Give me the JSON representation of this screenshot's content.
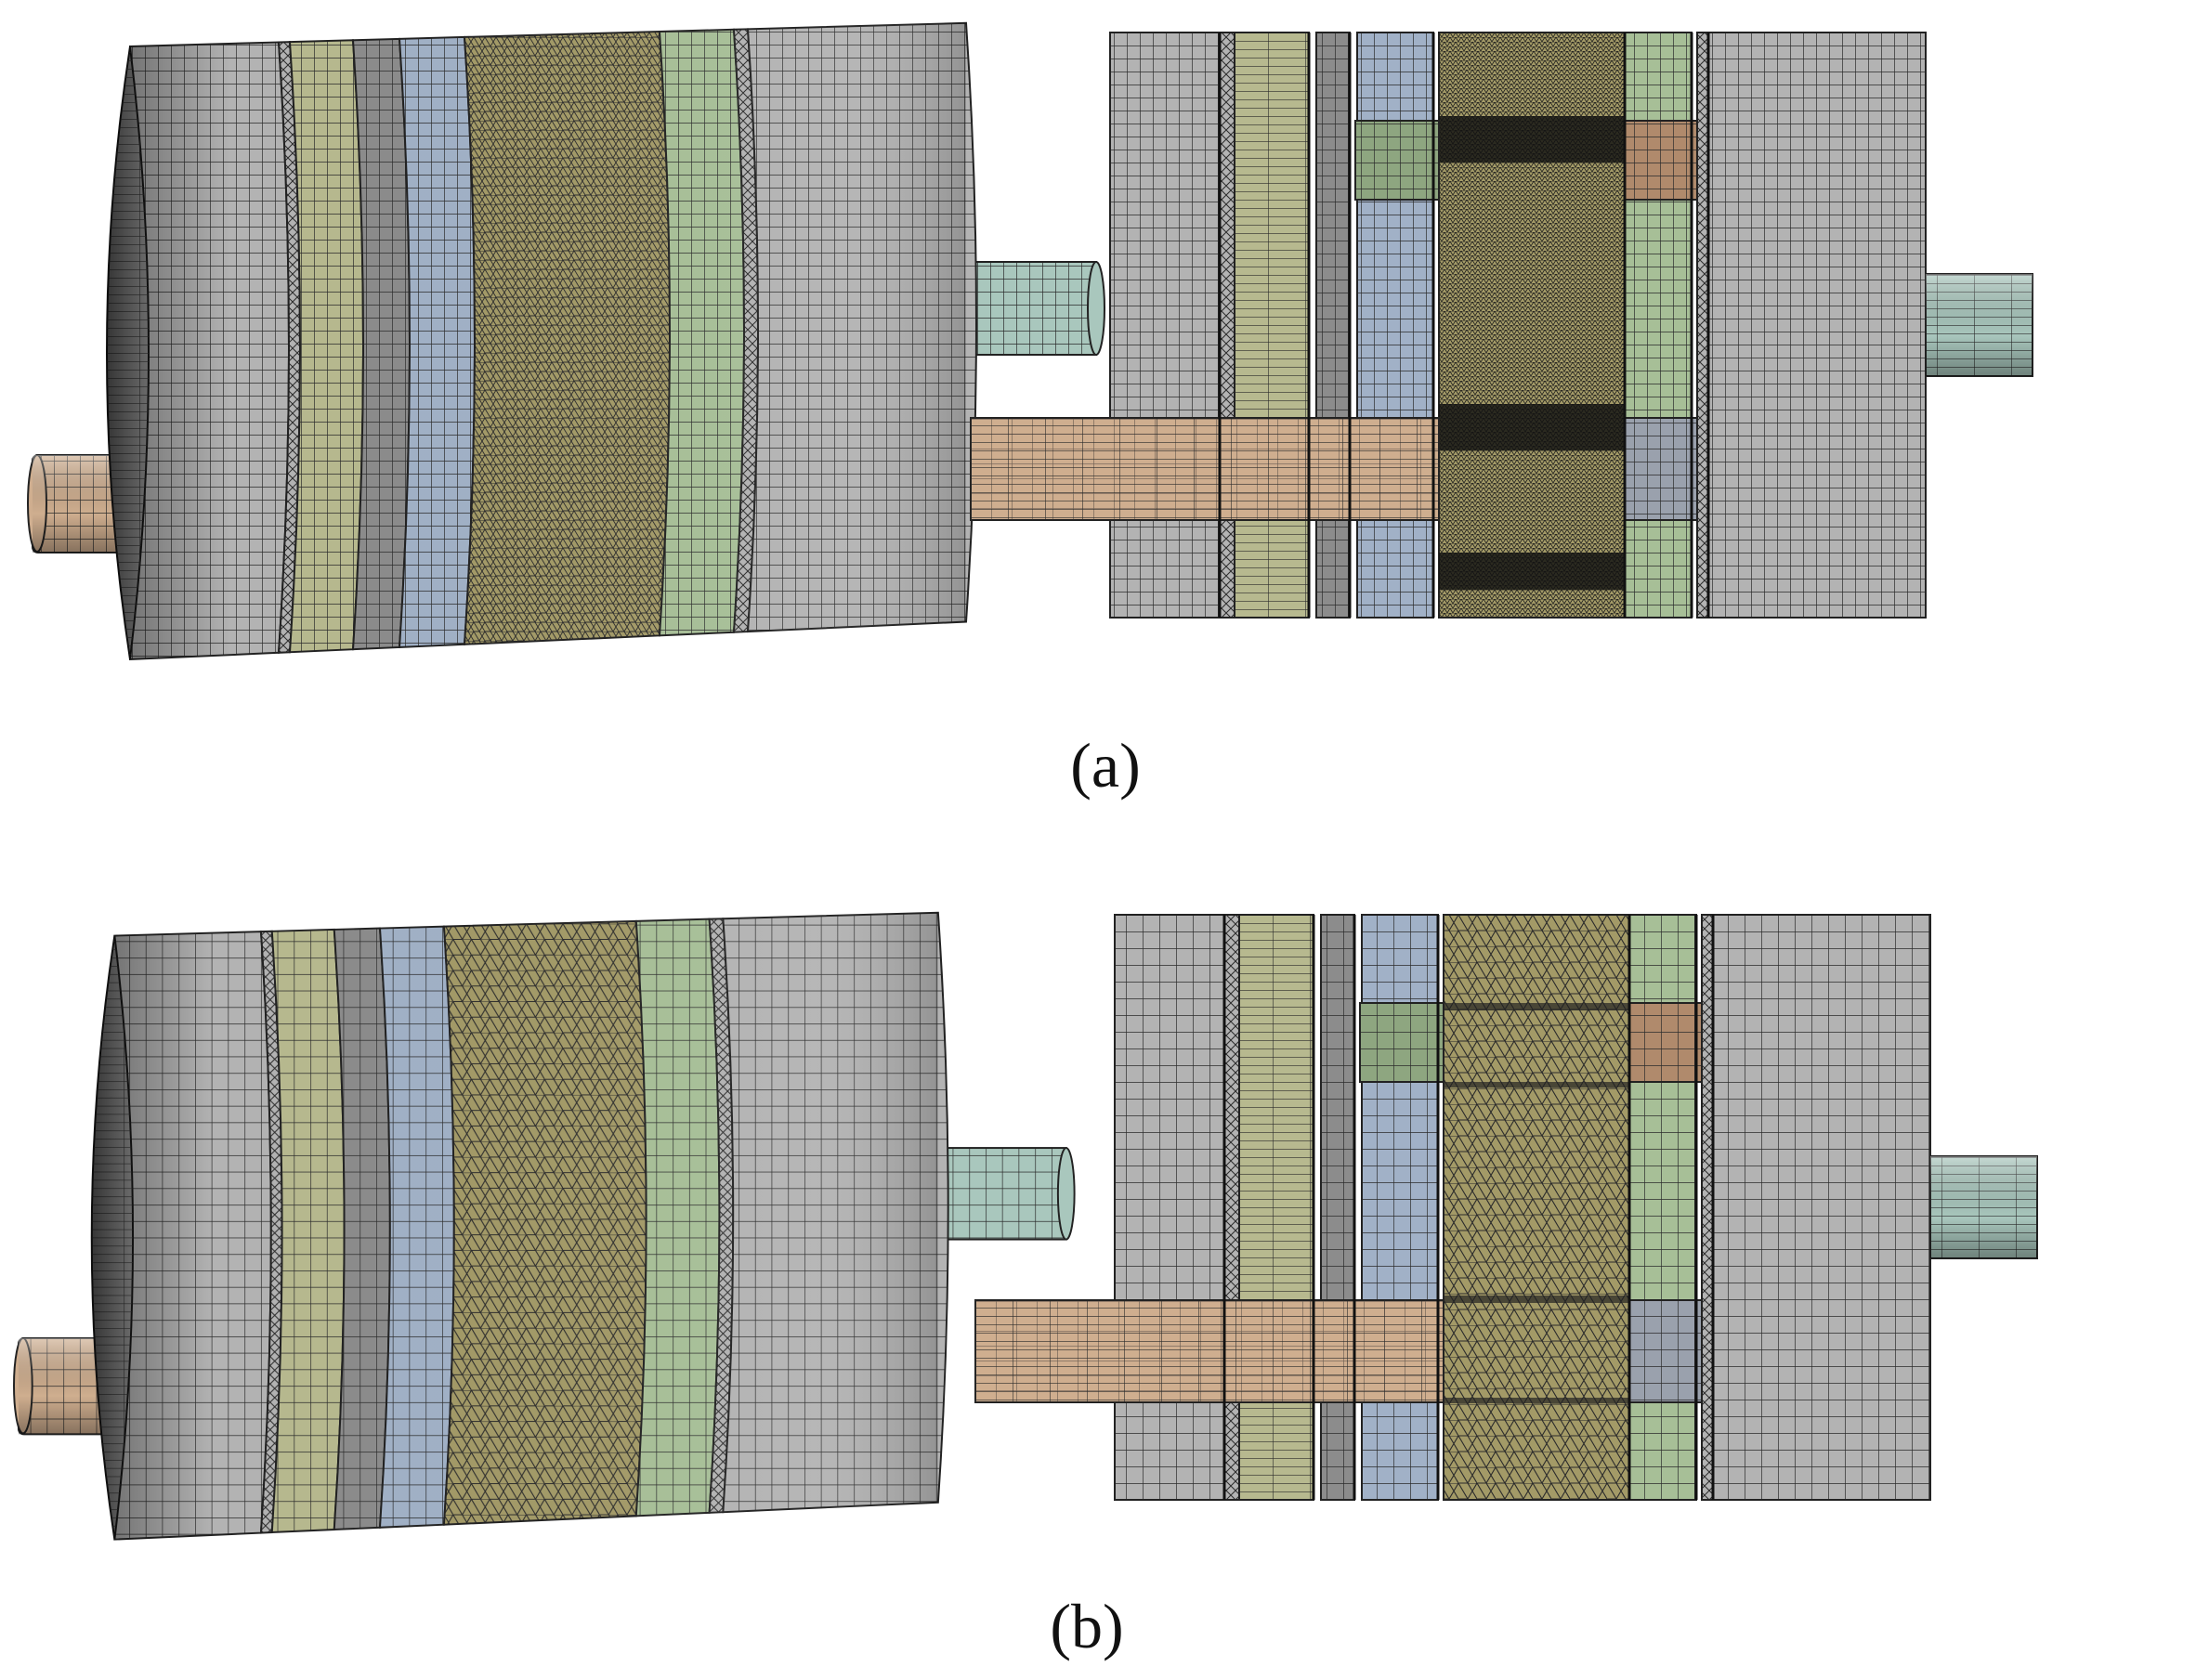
{
  "figure": {
    "panels": [
      {
        "id": "a",
        "caption": "(a)",
        "fine": true
      },
      {
        "id": "b",
        "caption": "(b)",
        "fine": false
      }
    ]
  },
  "colors": {
    "shell_gray": "#b3b3b3",
    "mesh_line": "#2b2b2b",
    "olive": "#b7b98f",
    "dark_gray": "#8c8c8c",
    "blue": "#a1b1c7",
    "core": "#a39a67",
    "green": "#a7bf97",
    "tan_tube": "#cfae8f",
    "cyan_tube": "#a9c7bd",
    "inner_green": "#8ea680",
    "rust": "#b08a6c",
    "slate": "#9aa1ad"
  }
}
